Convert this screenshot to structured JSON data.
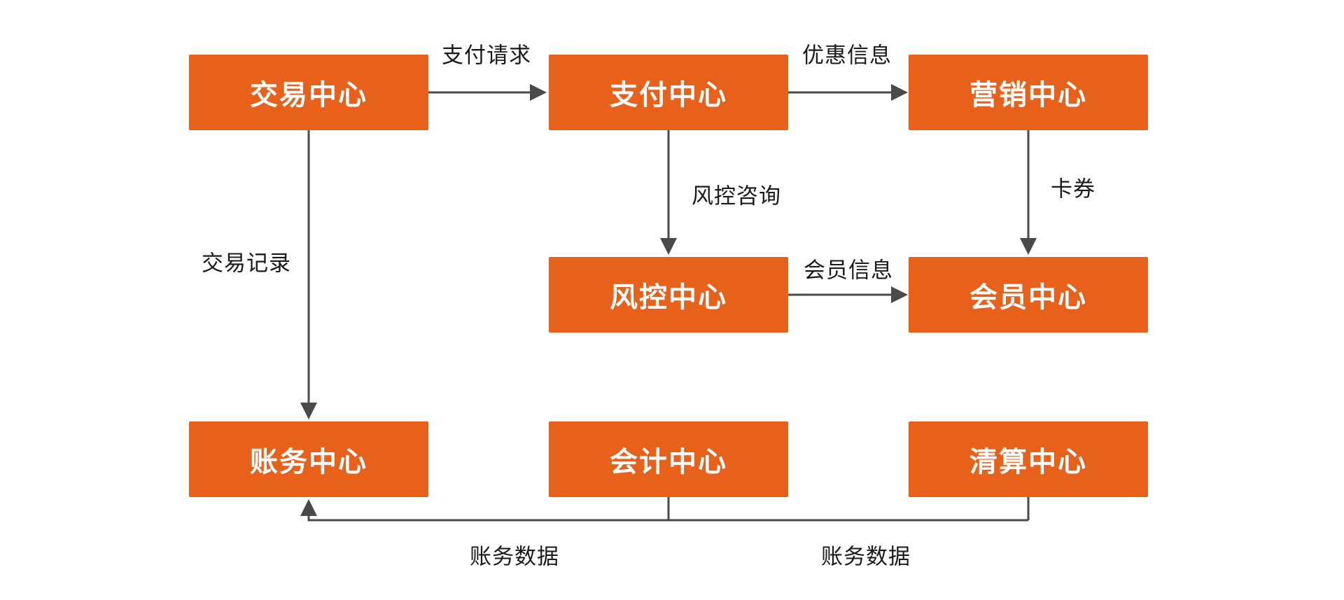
{
  "diagram": {
    "nodes": {
      "trading": {
        "label": "交易中心"
      },
      "payment": {
        "label": "支付中心"
      },
      "marketing": {
        "label": "营销中心"
      },
      "risk": {
        "label": "风控中心"
      },
      "member": {
        "label": "会员中心"
      },
      "billing": {
        "label": "账务中心"
      },
      "accounting": {
        "label": "会计中心"
      },
      "clearing": {
        "label": "清算中心"
      }
    },
    "edges": {
      "payment_request": {
        "label": "支付请求",
        "from": "交易中心",
        "to": "支付中心"
      },
      "discount_info": {
        "label": "优惠信息",
        "from": "支付中心",
        "to": "营销中心"
      },
      "card_coupon": {
        "label": "卡券",
        "from": "营销中心",
        "to": "会员中心"
      },
      "risk_consult": {
        "label": "风控咨询",
        "from": "支付中心",
        "to": "风控中心"
      },
      "member_info": {
        "label": "会员信息",
        "from": "风控中心",
        "to": "会员中心"
      },
      "transaction_record": {
        "label": "交易记录",
        "from": "交易中心",
        "to": "账务中心"
      },
      "billing_data_left": {
        "label": "账务数据",
        "from": "会计中心",
        "to": "账务中心"
      },
      "billing_data_right": {
        "label": "账务数据",
        "from": "清算中心",
        "to": "账务中心"
      }
    },
    "colors": {
      "node_fill": "#e8611a",
      "node_text": "#ffffff",
      "arrow": "#4a4a4a",
      "label_text": "#1a1a1a",
      "background": "#ffffff"
    }
  }
}
